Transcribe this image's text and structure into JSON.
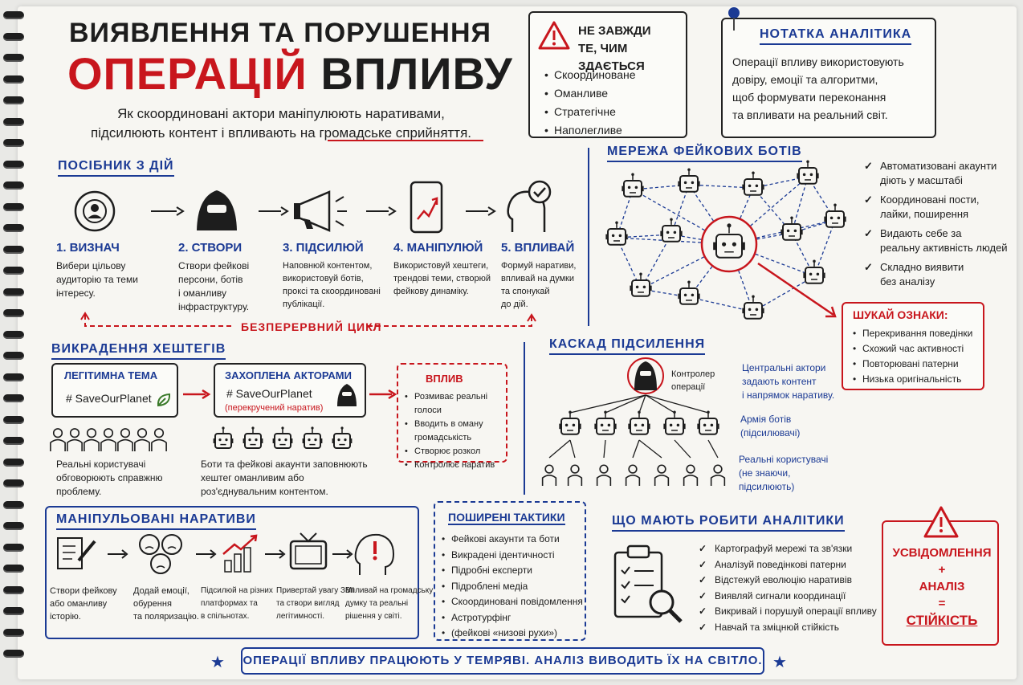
{
  "header": {
    "title_line1": "ВИЯВЛЕННЯ ТА ПОРУШЕННЯ",
    "title_line2_red": "ОПЕРАЦІЙ",
    "title_line2_black": "ВПЛИВУ",
    "subtitle_line1": "Як скоординовані актори маніпулюють наративами,",
    "subtitle_line2": "підсилюють контент і впливають на громадське сприйняття."
  },
  "warning_box": {
    "title_line1": "НЕ ЗАВЖДИ",
    "title_line2": "ТЕ, ЧИМ ЗДАЄТЬСЯ",
    "items": [
      "Скоординоване",
      "Оманливе",
      "Стратегічне",
      "Наполегливе"
    ]
  },
  "analyst_note": {
    "title": "НОТАТКА АНАЛІТИКА",
    "text_lines": [
      "Операції впливу використовують",
      "довіру, емоції та алгоритми,",
      "щоб формувати переконання",
      "та впливати на реальний світ."
    ]
  },
  "playbook": {
    "title": "ПОСІБНИК З ДІЙ",
    "steps": [
      {
        "title": "1. ВИЗНАЧ",
        "lines": [
          "Вибери цільову",
          "аудиторію та теми",
          "інтересу."
        ],
        "icon": "target-person-icon"
      },
      {
        "title": "2. СТВОРИ",
        "lines": [
          "Створи фейкові",
          "персони, ботів",
          "і оманливу",
          "інфраструктуру."
        ],
        "icon": "hooded-actor-icon"
      },
      {
        "title": "3. ПІДСИЛЮЙ",
        "lines": [
          "Наповнюй контентом,",
          "використовуй ботів,",
          "проксі та скоординовані",
          "публікації."
        ],
        "icon": "megaphone-icon"
      },
      {
        "title": "4. МАНІПУЛЮЙ",
        "lines": [
          "Використовуй хештеги,",
          "трендові теми, створюй",
          "фейкову динаміку."
        ],
        "icon": "phone-trend-icon"
      },
      {
        "title": "5. ВПЛИВАЙ",
        "lines": [
          "Формуй наративи,",
          "впливай на думки",
          "та спонукай",
          "до дій."
        ],
        "icon": "head-check-icon"
      }
    ],
    "cycle_label": "БЕЗПЕРЕРВНИЙ ЦИКЛ"
  },
  "bot_network": {
    "title": "МЕРЕЖА ФЕЙКОВИХ БОТІВ",
    "checks": [
      [
        "Автоматизовані акаунти",
        "діють у масштабі"
      ],
      [
        "Координовані пости,",
        "лайки, поширення"
      ],
      [
        "Видають себе за",
        "реальну активність людей"
      ],
      [
        "Складно виявити",
        "без аналізу"
      ]
    ],
    "signs": {
      "title": "ШУКАЙ ОЗНАКИ:",
      "items": [
        "Перекривання поведінки",
        "Схожий час активності",
        "Повторювані патерни",
        "Низька оригінальність"
      ]
    }
  },
  "hashtag_hijack": {
    "title": "ВИКРАДЕННЯ ХЕШТЕГІВ",
    "legit": {
      "title": "ЛЕГІТИМНА ТЕМА",
      "tag": "# SaveOurPlanet"
    },
    "hijacked": {
      "title": "ЗАХОПЛЕНА АКТОРАМИ",
      "tag": "# SaveOurPlanet",
      "note": "(перекручений наратив)"
    },
    "impact": {
      "title": "ВПЛИВ",
      "items": [
        "Розмиває реальні голоси",
        "Вводить в оману громадськість",
        "Створює розкол",
        "Контролює наратив"
      ]
    },
    "users_caption": [
      "Реальні користувачі",
      "обговорюють справжню",
      "проблему."
    ],
    "bots_caption": [
      "Боти та фейкові акаунти заповнюють",
      "хештег оманливим або",
      "роз'єднувальним контентом."
    ]
  },
  "cascade": {
    "title": "КАСКАД ПІДСИЛЕННЯ",
    "controller": "Контролер операції",
    "central": [
      "Центральні актори",
      "задають контент",
      "і напрямок наративу."
    ],
    "army": [
      "Армія ботів",
      "(підсилювачі)"
    ],
    "real": [
      "Реальні користувачі",
      "(не знаючи,",
      "підсилюють)"
    ]
  },
  "narratives": {
    "title": "МАНІПУЛЬОВАНІ НАРАТИВИ",
    "steps": [
      {
        "lines": [
          "Створи фейкову",
          "або оманливу",
          "історію."
        ]
      },
      {
        "lines": [
          "Додай емоції,",
          "обурення",
          "та поляризацію."
        ]
      },
      {
        "lines": [
          "Підсилюй на різних",
          "платформах та",
          "в спільнотах."
        ]
      },
      {
        "lines": [
          "Привертай увагу ЗМІ",
          "та створи вигляд",
          "легітимності."
        ]
      },
      {
        "lines": [
          "Впливай на громадську",
          "думку та реальні",
          "рішення у світі."
        ]
      }
    ]
  },
  "tactics": {
    "title": "ПОШИРЕНІ ТАКТИКИ",
    "items": [
      "Фейкові акаунти та боти",
      "Викрадені ідентичності",
      "Підробні експерти",
      "Підроблені медіа",
      "Скоординовані повідомлення",
      "Астротурфінг",
      "(фейкові «низові рухи»)"
    ]
  },
  "analysts": {
    "title": "ЩО МАЮТЬ РОБИТИ АНАЛІТИКИ",
    "items": [
      "Картографуй мережі та зв'язки",
      "Аналізуй поведінкові патерни",
      "Відстежуй еволюцію наративів",
      "Виявляй сигнали координації",
      "Викривай і порушуй операції впливу",
      "Навчай та зміцнюй стійкість"
    ]
  },
  "equation": {
    "line1": "УСВІДОМЛЕННЯ",
    "plus": "+",
    "line2": "АНАЛІЗ",
    "eq": "=",
    "line3": "СТІЙКІСТЬ"
  },
  "footer": {
    "text": "ОПЕРАЦІЇ ВПЛИВУ ПРАЦЮЮТЬ У ТЕМРЯВІ. АНАЛІЗ ВИВОДИТЬ ЇХ НА СВІТЛО."
  },
  "colors": {
    "red": "#c8161d",
    "blue": "#1b3a94",
    "ink": "#1d1d1d"
  }
}
